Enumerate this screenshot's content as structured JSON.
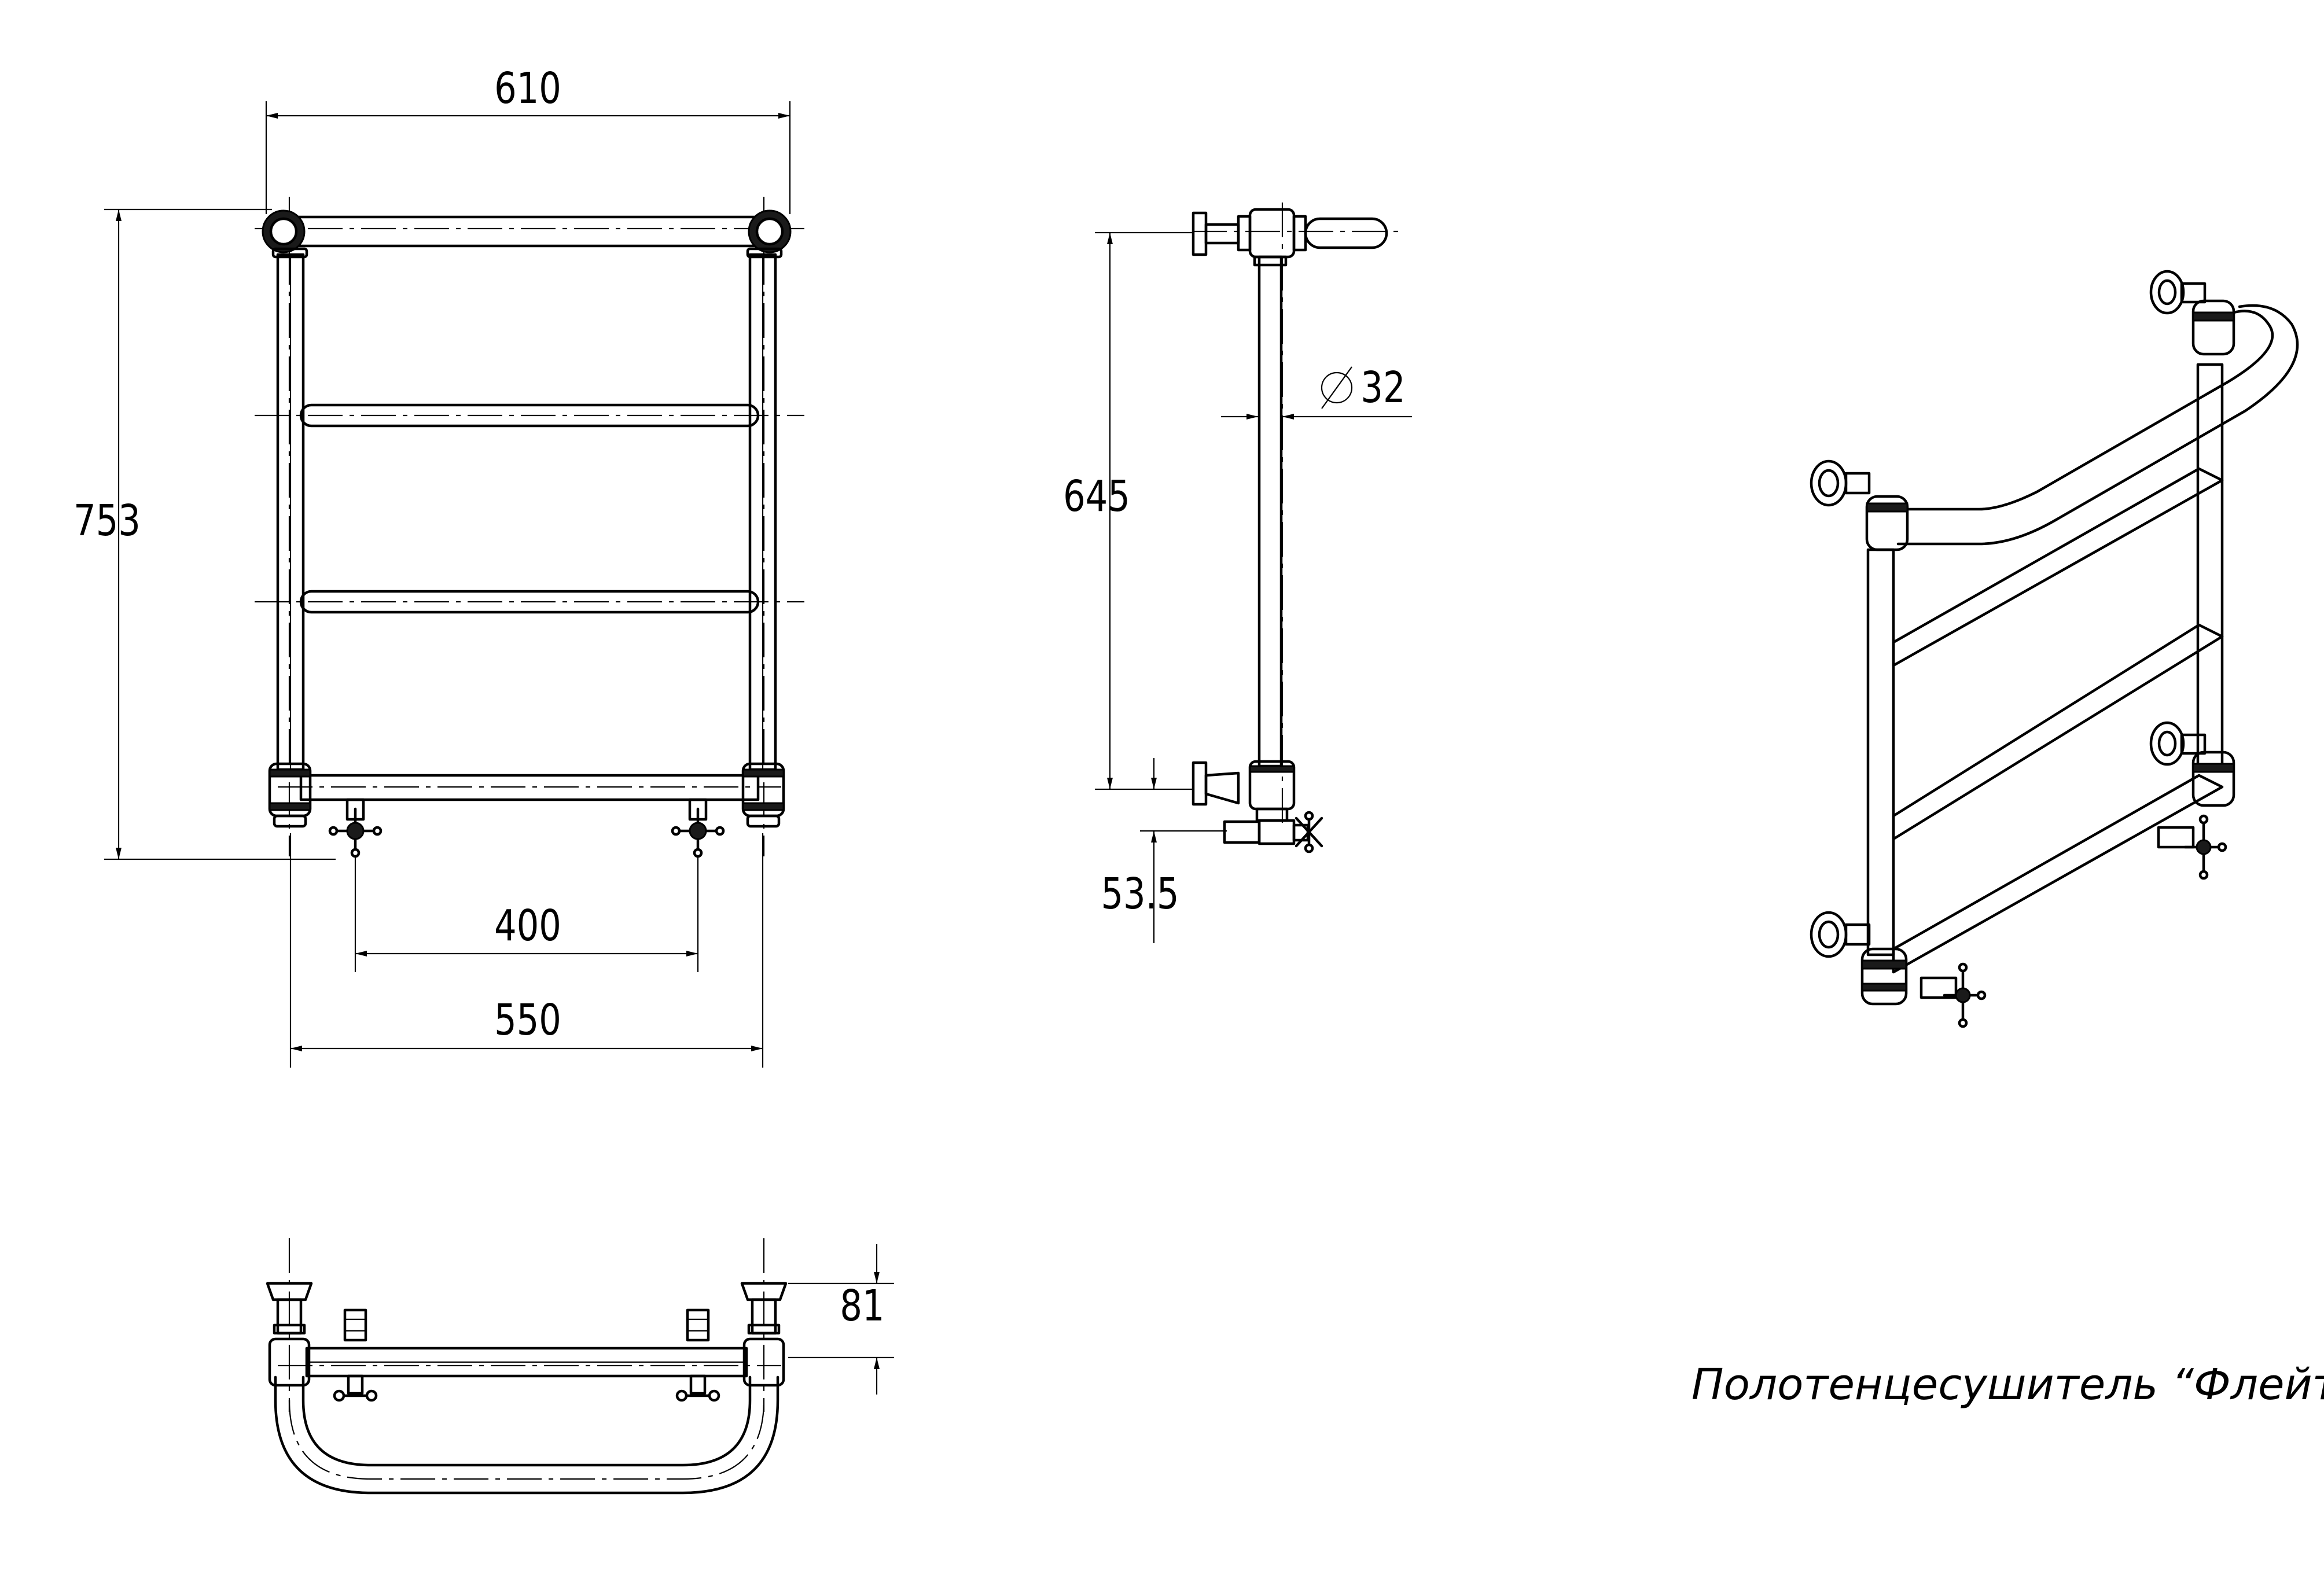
{
  "title": "Полотенцесушитель “Флейт”",
  "dimensions": {
    "front_width_top": "610",
    "front_height": "753",
    "front_inlet_spacing": "400",
    "front_width_bottom": "550",
    "side_height": "645",
    "side_pipe_diameter": "32",
    "side_bottom_offset": "53.5",
    "top_depth": "81"
  },
  "colors": {
    "line": "#000000",
    "background": "#ffffff"
  }
}
